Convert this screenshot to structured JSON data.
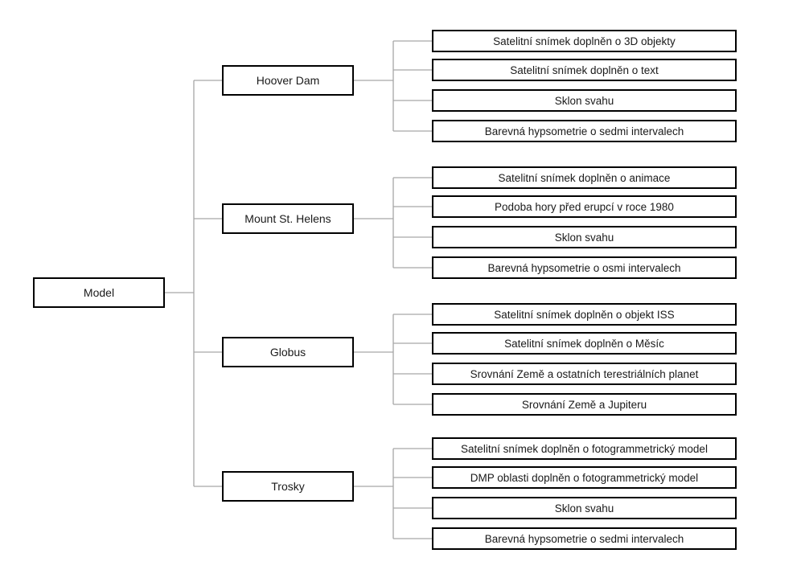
{
  "colors": {
    "connector": "#a6a6a6",
    "box_border": "#000000",
    "text": "#1a1a1a",
    "background": "#ffffff"
  },
  "root": {
    "label": "Model"
  },
  "branches": [
    {
      "label": "Hoover Dam",
      "children": [
        "Satelitní snímek doplněn o 3D objekty",
        "Satelitní snímek doplněn o text",
        "Sklon svahu",
        "Barevná hypsometrie  o sedmi intervalech"
      ]
    },
    {
      "label": "Mount St. Helens",
      "children": [
        "Satelitní snímek doplněn o animace",
        "Podoba hory před erupcí v roce 1980",
        "Sklon svahu",
        "Barevná hypsometrie  o osmi intervalech"
      ]
    },
    {
      "label": "Globus",
      "children": [
        "Satelitní snímek doplněn o objekt ISS",
        "Satelitní snímek doplněn o Měsíc",
        "Srovnání Země a ostatních terestriálních planet",
        "Srovnání Země a Jupiteru"
      ]
    },
    {
      "label": "Trosky",
      "children": [
        "Satelitní snímek doplněn o fotogrammetrický model",
        "DMP oblasti doplněn  o fotogrammetrický model",
        "Sklon svahu",
        "Barevná hypsometrie  o sedmi intervalech"
      ]
    }
  ]
}
